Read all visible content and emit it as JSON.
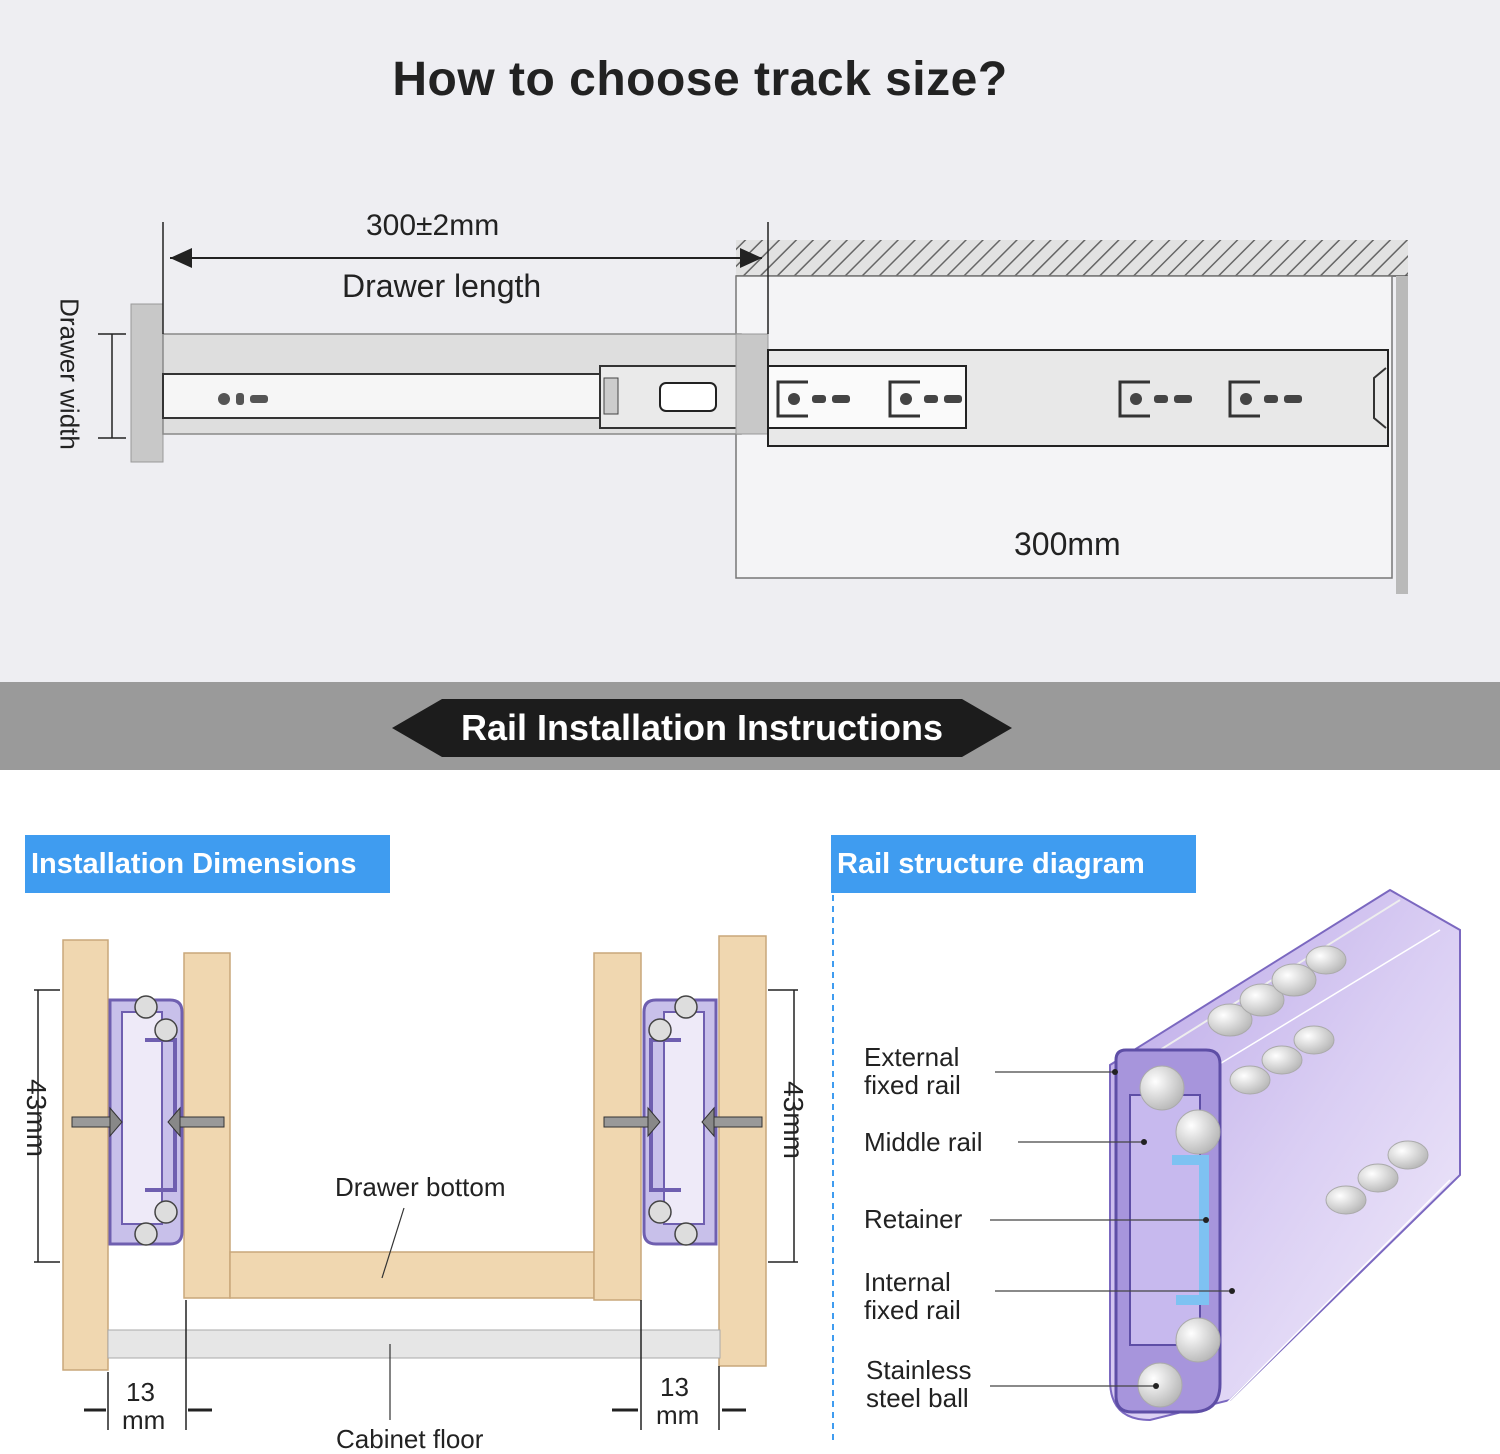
{
  "title": "How to choose track size?",
  "diagram_top": {
    "drawer_length_value": "300±2mm",
    "drawer_length_label": "Drawer length",
    "drawer_width_label": "Drawer width",
    "rail_length": "300mm"
  },
  "banner": "Rail Installation Instructions",
  "installation": {
    "tag": "Installation Dimensions",
    "height_left": "43mm",
    "height_right": "43mm",
    "gap_left_num": "13",
    "gap_left_unit": "mm",
    "gap_right_num": "13",
    "gap_right_unit": "mm",
    "drawer_bottom": "Drawer bottom",
    "cabinet_floor": "Cabinet floor"
  },
  "structure": {
    "tag": "Rail structure diagram",
    "labels": {
      "external_1": "External",
      "external_2": "fixed rail",
      "middle": "Middle rail",
      "retainer": "Retainer",
      "internal_1": "Internal",
      "internal_2": "fixed rail",
      "ball_1": "Stainless",
      "ball_2": "steel ball"
    }
  },
  "colors": {
    "wood": "#f0d7b0",
    "wood_edge": "#c9a77a",
    "tag_blue": "#3f9cf0",
    "rail_purple": "#9d8fd6",
    "banner_dark": "#1c1c1c"
  }
}
